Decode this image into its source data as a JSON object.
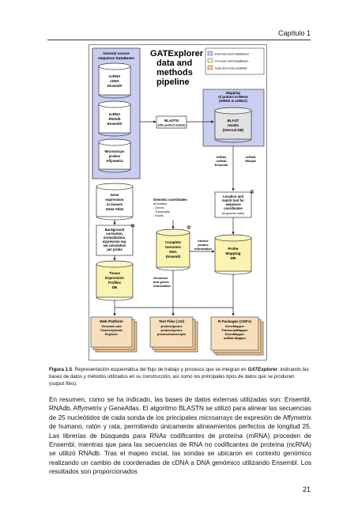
{
  "header": {
    "chapter": "Capítulo 1"
  },
  "figure": {
    "title_lines": [
      "GATExplorer",
      "data and",
      "methods",
      "pipeline"
    ],
    "legend": [
      "External used DataBases",
      "In-house built DataBases",
      "Data and tools available"
    ],
    "sources_title_lines": [
      "General source",
      "sequence DataBases"
    ],
    "db_ncrna_ensembl": [
      "ncRNA",
      "cDNA",
      "Ensembl"
    ],
    "db_ncrna_rnadb": [
      "ncRNA",
      "RNAdb",
      "Ensembl"
    ],
    "db_microarrays": [
      "Microarrays",
      "probes",
      "Affymetrix"
    ],
    "mapping_note": [
      "Mapping",
      "of probes to RNAs",
      "(mRNA & ncRNA)"
    ],
    "blastn": [
      "BLASTN",
      "(25n perfect match)"
    ],
    "blast_results": [
      "BLAST",
      "results",
      "(internal DB)"
    ],
    "mrna_label": [
      "mRNA",
      "ncRNA",
      "Ensembl"
    ],
    "ncrna_label": [
      "ncRNA",
      "RNAdb"
    ],
    "gene_expression": [
      "Gene",
      "expression",
      "in tissues",
      "Gene Atlas"
    ],
    "genomic_coords": [
      "Genomic coordinates",
      "all entities:",
      "- Genes",
      "- Transcripts",
      "- Exons"
    ],
    "location_tool": [
      "Location and",
      "match tool for",
      "sequence",
      "coordinates",
      "(at genome scale)"
    ],
    "background": [
      "Background",
      "correction,",
      "normalization,",
      "expression sig-",
      "nal calculation",
      "per probe"
    ],
    "complete_genomes": [
      "Complete",
      "Genomes",
      "DNA",
      "Ensembl"
    ],
    "intron_probes": [
      "Introns",
      "probes",
      "information"
    ],
    "probe_mapping": [
      "Probe",
      "Mapping",
      "DB"
    ],
    "tissue_profiles": [
      "Tissue",
      "Expression",
      "Profiles",
      "DB"
    ],
    "genomes_genes": [
      "Genomes",
      "and genes",
      "information"
    ],
    "web_platform": [
      "Web Platform",
      "Genomic and",
      "Transcriptomic",
      "Explorer"
    ],
    "text_files": [
      "Text Files (.txt)",
      "probes2genes",
      "probes2genes",
      "probes2transcripts"
    ],
    "r_packages": [
      "R Packages (CDFs)",
      "GeneMapper",
      "TranscriptMapper",
      "ExonMapper",
      "ncRNA Mapper"
    ]
  },
  "caption": {
    "label": "Figura 1.5",
    "text_a": ". Representación esquemática del flujo de trabajo y procesos que se integran en ",
    "app_name": "GATExplorer",
    "text_b": ", indicando las bases de datos y métodos utilizados en su construcción, así como los principales tipos de datos que se producen (",
    "output_term": "output files",
    "text_c": ")."
  },
  "body": {
    "paragraph": "En resumen, como se ha indicado, las bases de datos externas utilizadas son: Ensembl, RNAdb, Affymetrix y GeneAtlas. El algoritmo BLASTN se utilizó para alinear las secuencias de 25 nucleótidos de cada sonda de los principales microarrays de expresión de Affymetrix de humano, ratón y rata, permitiendo únicamente alineamientos perfectos de longitud 25. Las librerías de búsqueda para RNAs codificantes de proteína (mRNA) proceden de Ensembl, mientras que para las secuencias de RNA no codificantes de proteína (ncRNA) se utilizó RNAdb. Tras el mapeo inicial, las sondas se ubicaron en contexto genómico realizando un cambio de coordenadas de cDNA a DNA genómico utilizando Ensembl. Los resultados son proporcionados"
  },
  "page": {
    "number": "21"
  },
  "colors": {
    "blue_panel": "#c9cdf0",
    "yellow_db": "#fbf3b0",
    "orange_output": "#f4d2a4",
    "gray_db": "#e2e2e2"
  }
}
